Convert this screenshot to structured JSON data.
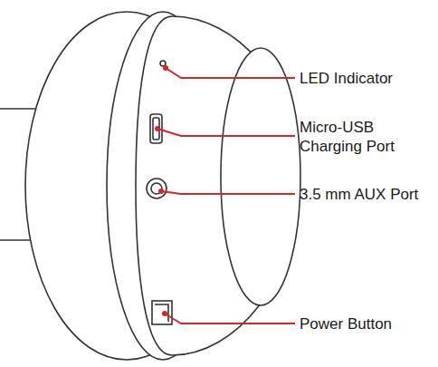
{
  "diagram": {
    "labels": [
      "LED Indicator",
      "Micro-USB Charging Port",
      "3.5 mm AUX Port",
      "Power Button"
    ]
  }
}
